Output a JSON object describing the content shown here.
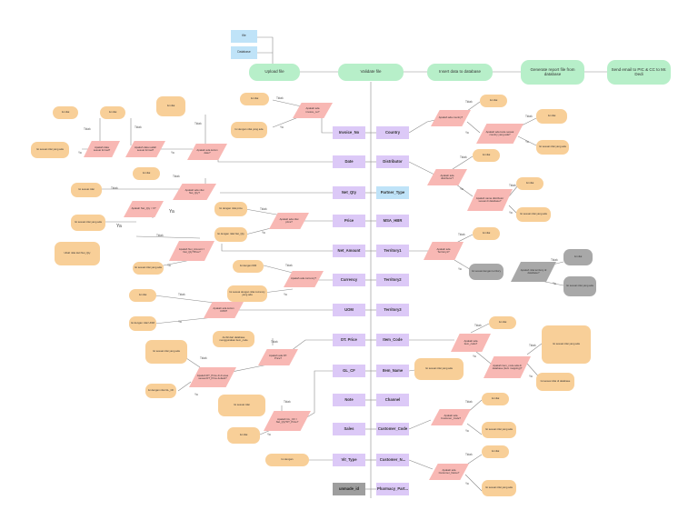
{
  "flow": {
    "upload": "Upload file",
    "validate": "Validate file",
    "insert": "Insert data to database",
    "report": "Generate report file from database",
    "email": "Send email to PIC & CC to Mr. Dedi"
  },
  "stores": {
    "s1": "file",
    "s2": "Database"
  },
  "fields_left": [
    "Invoice_No",
    "Date",
    "Net_Qty",
    "Price",
    "Net_Amount",
    "Currency",
    "UOM",
    "DT. Price",
    "GL_CF",
    "Note",
    "Sales",
    "Vit_Type",
    "unmade_id"
  ],
  "fields_right": [
    "Country",
    "Distributor",
    "Partner_Type",
    "MSA_HBR",
    "Territory1",
    "Territory2",
    "Territory3",
    "Item_Code",
    "Item_Name",
    "Channel",
    "Customer_Code",
    "Customer_N...",
    "Pharmacy_Part..."
  ],
  "questions": {
    "q1": "Apakah ada invoice_no?",
    "q2": "Apakah data sudah sesuai format?",
    "q3": "Apakah data sesuai format?",
    "q4": "Apakah ada kolom date?",
    "q5": "Apakah ada nilai Net_Qty?",
    "q6": "Apakah Net_Qty < 0?",
    "q7": "Apakah ada nilai price?",
    "q8": "Apakah Net_Amount = Net_Qty*Price?",
    "q9": "Apakah ada currency?",
    "q10": "Apakah ada kolom UOM?",
    "q11": "Apakah ada DT. Price?",
    "q12": "Apakah DT_Price di di area sesuai DT_Price default?",
    "q13": "Apakah GL_CF = Net_Qty*DT_Price?",
    "q14": "Apakah ada country?",
    "q15": "Apakah ada kode sesuai country yang ada?",
    "q16": "Apakah ada distributor?",
    "q17": "Apakah nama distributor sesuai di database?",
    "q18": "Apakah ada Territory1?",
    "q19": "Apakah nilai territory di database?",
    "q20": "Apakah ada item_code?",
    "q21": "Apakah item_code ada di database (item mapping)?",
    "q22": "Apakah ada Customer_Code?",
    "q23": "Apakah ada Customer_Name?"
  },
  "results": {
    "r1": "Isi sesuai nilai yang ada",
    "r2": "Isi dengan nilai yang ada",
    "r3": "Isi nilai",
    "r4": "Isi nilai",
    "r5": "Isi sesuai nilai",
    "r6": "Isi nilai",
    "r7": "Isi sesuai nilai yang ada",
    "r8": "Isi nilai",
    "r9": "Isi nilai",
    "r10": "Isi sesuai nilai yang ada",
    "r11": "Isi dengan nilai Net_Qty",
    "r12": "Isi dengan nilai price",
    "r13": "Ubah nilai dari Net_Qty",
    "r14": "Isi dengan IDR",
    "r15": "Isi sesuai dengan nilai currency yang ada",
    "r16": "Isi nilai",
    "r17": "Isi dengan nilai UOM",
    "r18": "Ambil dari database menggunakan item_code",
    "r19": "Isi sesuai nilai yang ada",
    "r20": "Isi dengan nilai GL_CF",
    "r21": "Isi nilai",
    "r22": "Isi dengan",
    "r23": "Isi sesuai nilai",
    "r24": "Isi nilai",
    "r25": "Isi sesuai nilai yang ada",
    "r26": "Isi nilai",
    "r27": "Isi sesuai nilai yang ada",
    "r28": "Isi nilai",
    "r29": "Isi sesuai nilai yang ada",
    "r30": "Isi nilai",
    "r31": "Isi sesuai nilai yang ada",
    "r32": "Isi sesuai dengan territory",
    "r33": "Isi nilai",
    "r34": "Isi nilai",
    "r35": "Isi nilai",
    "r36": "Isi sesuai nilai yang ada",
    "r37": "Isi sesuai nilai di database",
    "r38": "Isi nilai",
    "r39": "Isi sesuai nilai yang ada",
    "r40": "Isi nilai",
    "r41": "Isi sesuai nilai yang ada"
  },
  "edges": {
    "yes": "Ya",
    "no": "Tidak"
  }
}
